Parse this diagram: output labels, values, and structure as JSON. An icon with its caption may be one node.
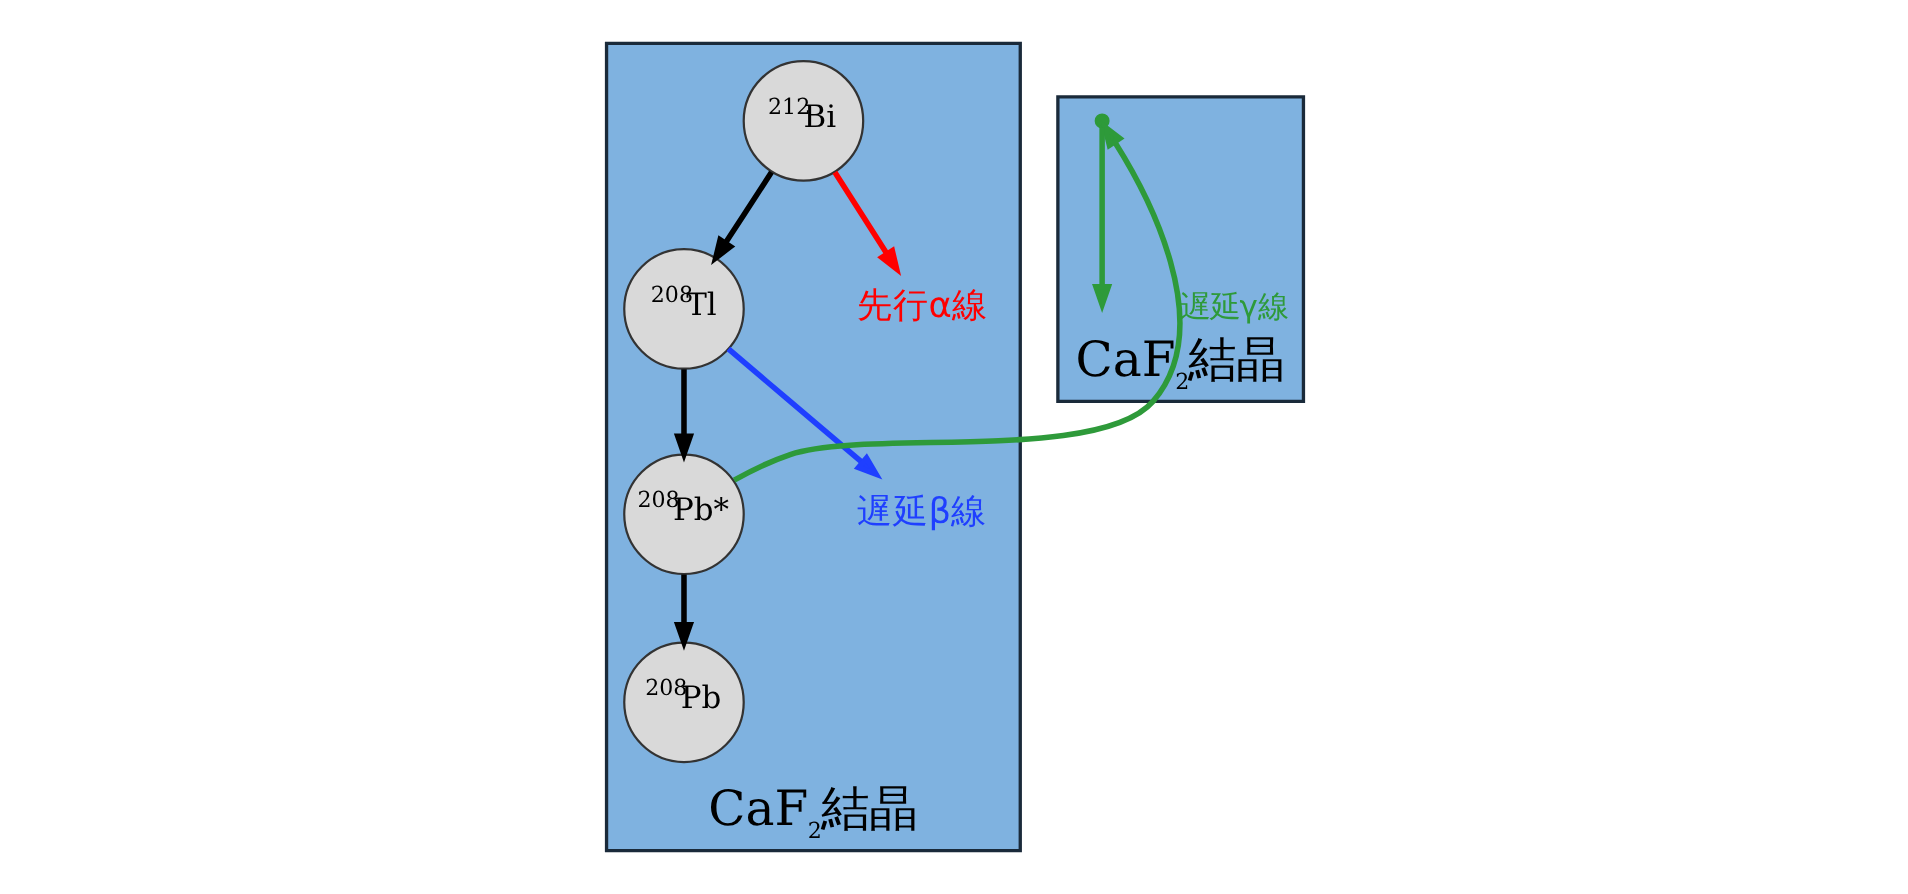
{
  "diagram": {
    "nodes": [
      {
        "text": [
          "CaF$_{2}$結晶"
        ]
      },
      {
        "text": [
          "$^{212}$Bi"
        ],
        "in": 0
      },
      {
        "text": [
          "$^{208}$Tl"
        ],
        "in": 0
      },
      {
        "text": [
          "$^{208}$Pb*"
        ],
        "in": 0
      },
      {
        "text": [
          "$^{208}$Pb"
        ],
        "in": 0
      },
      {
        "text": [
          "先行α線"
        ],
        "in": 0
      },
      {
        "text": [
          "遅延β線"
        ],
        "in": 0
      },
      {
        "text": [
          "CaF$_{2}$結晶"
        ]
      },
      {
        "text": [],
        "shape": "point",
        "in": 7
      }
    ],
    "edges": [
      {
        "from": 1,
        "to": 5,
        "arrow": "to",
        "color": "#ff0000"
      },
      {
        "from": 1,
        "to": 2,
        "arrow": "to"
      },
      {
        "from": 2,
        "to": 6,
        "arrow": "to",
        "color": "#1f3fff"
      },
      {
        "from": 2,
        "to": 3,
        "arrow": "to"
      },
      {
        "from": 3,
        "to": 4,
        "arrow": "to"
      },
      {
        "from": 3,
        "to": 8,
        "arrow": "to",
        "label": "遅延γ線",
        "color": "#2e9a3a"
      },
      {
        "from": 8,
        "to": null,
        "arrow": "to",
        "color": "#2e9a3a"
      }
    ]
  }
}
